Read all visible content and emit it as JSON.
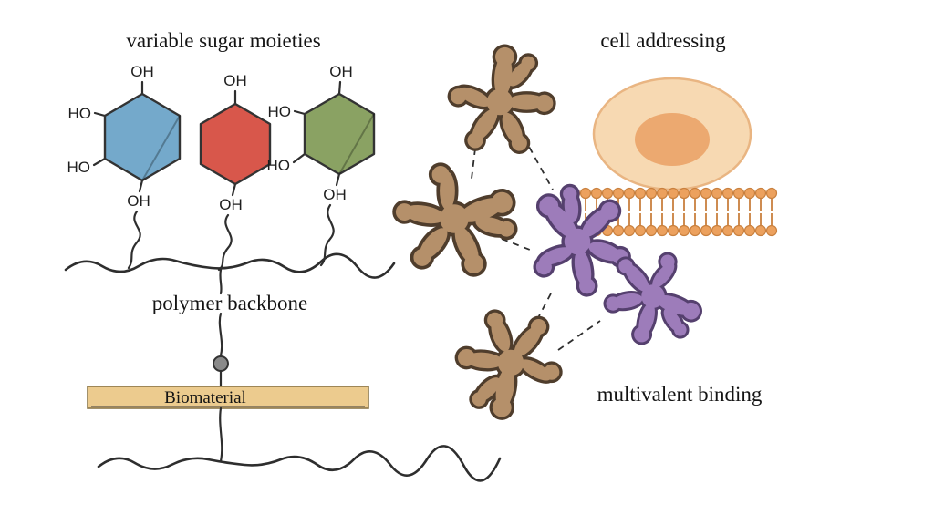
{
  "titles": {
    "left": "variable sugar moieties",
    "right": "cell addressing"
  },
  "labels": {
    "polymer_backbone": "polymer backbone",
    "biomaterial": "Biomaterial",
    "multivalent_binding": "multivalent binding"
  },
  "sugars": [
    {
      "id": "blue-sugar",
      "fill": "#74a9cb",
      "top": "OH",
      "left_upper": "HO",
      "left_lower": "HO",
      "bottom": "OH"
    },
    {
      "id": "red-sugar",
      "fill": "#d8574b",
      "top": "OH",
      "bottom": "OH"
    },
    {
      "id": "green-sugar",
      "fill": "#8aa263",
      "top": "OH",
      "left_upper": "HO",
      "left_lower": "HO",
      "bottom": "OH"
    }
  ],
  "colors": {
    "line": "#2e2e2e",
    "ligand_brown": "#b5906a",
    "ligand_brown_outline": "#4f3d2c",
    "ligand_purple": "#9d7cba",
    "ligand_purple_outline": "#55406e",
    "cell_body": "#f7d9b2",
    "cell_edge": "#e9b582",
    "cell_nucleus": "#eca970",
    "membrane_head": "#eca15e",
    "membrane_tail": "#c9803e",
    "biomaterial_fill": "#eccb8e",
    "biomaterial_edge": "#8a7648",
    "bead": "#8a8a8a"
  }
}
